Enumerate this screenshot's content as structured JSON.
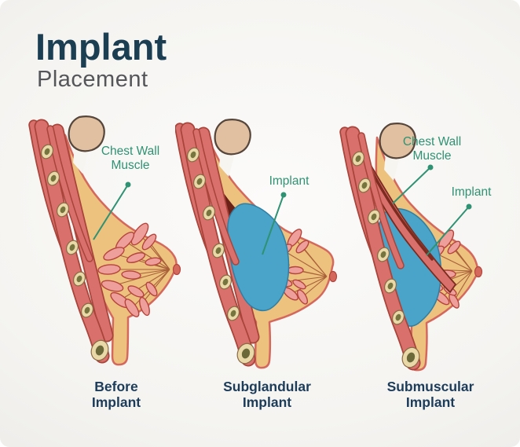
{
  "header": {
    "title": "Implant",
    "subtitle": "Placement"
  },
  "figures": [
    {
      "name": "before-implant",
      "caption": {
        "line1": "Before",
        "line2": "Implant"
      },
      "labels": [
        {
          "line1": "Chest Wall",
          "line2": "Muscle"
        }
      ]
    },
    {
      "name": "subglandular-implant",
      "caption": {
        "line1": "Subglandular",
        "line2": "Implant"
      },
      "labels": [
        {
          "line1": "Implant",
          "line2": ""
        }
      ]
    },
    {
      "name": "submuscular-implant",
      "caption": {
        "line1": "Submuscular",
        "line2": "Implant"
      },
      "labels": [
        {
          "line1": "Chest Wall",
          "line2": "Muscle"
        },
        {
          "line1": "Implant",
          "line2": ""
        }
      ]
    }
  ],
  "colors": {
    "title_navy": "#1c3e52",
    "subtitle_gray": "#55565a",
    "caption_navy": "#1c3c5a",
    "label_green": "#2e9273",
    "muscle_red": "#d9706c",
    "muscle_outline": "#a8443a",
    "muscle_dark": "#7b2b1f",
    "pocket_maroon": "#6b2118",
    "fat_tan": "#edc17e",
    "breast_outline": "#d5685c",
    "gland_pink": "#ef9f9b",
    "gland_outline": "#b5443c",
    "duct_brown": "#a86038",
    "implant_blue": "#4aa3c8",
    "implant_edge": "#2e7fa3",
    "rib_cream": "#ead9a8",
    "rib_olive": "#77753f",
    "bone_tan": "#e0c0a0"
  }
}
